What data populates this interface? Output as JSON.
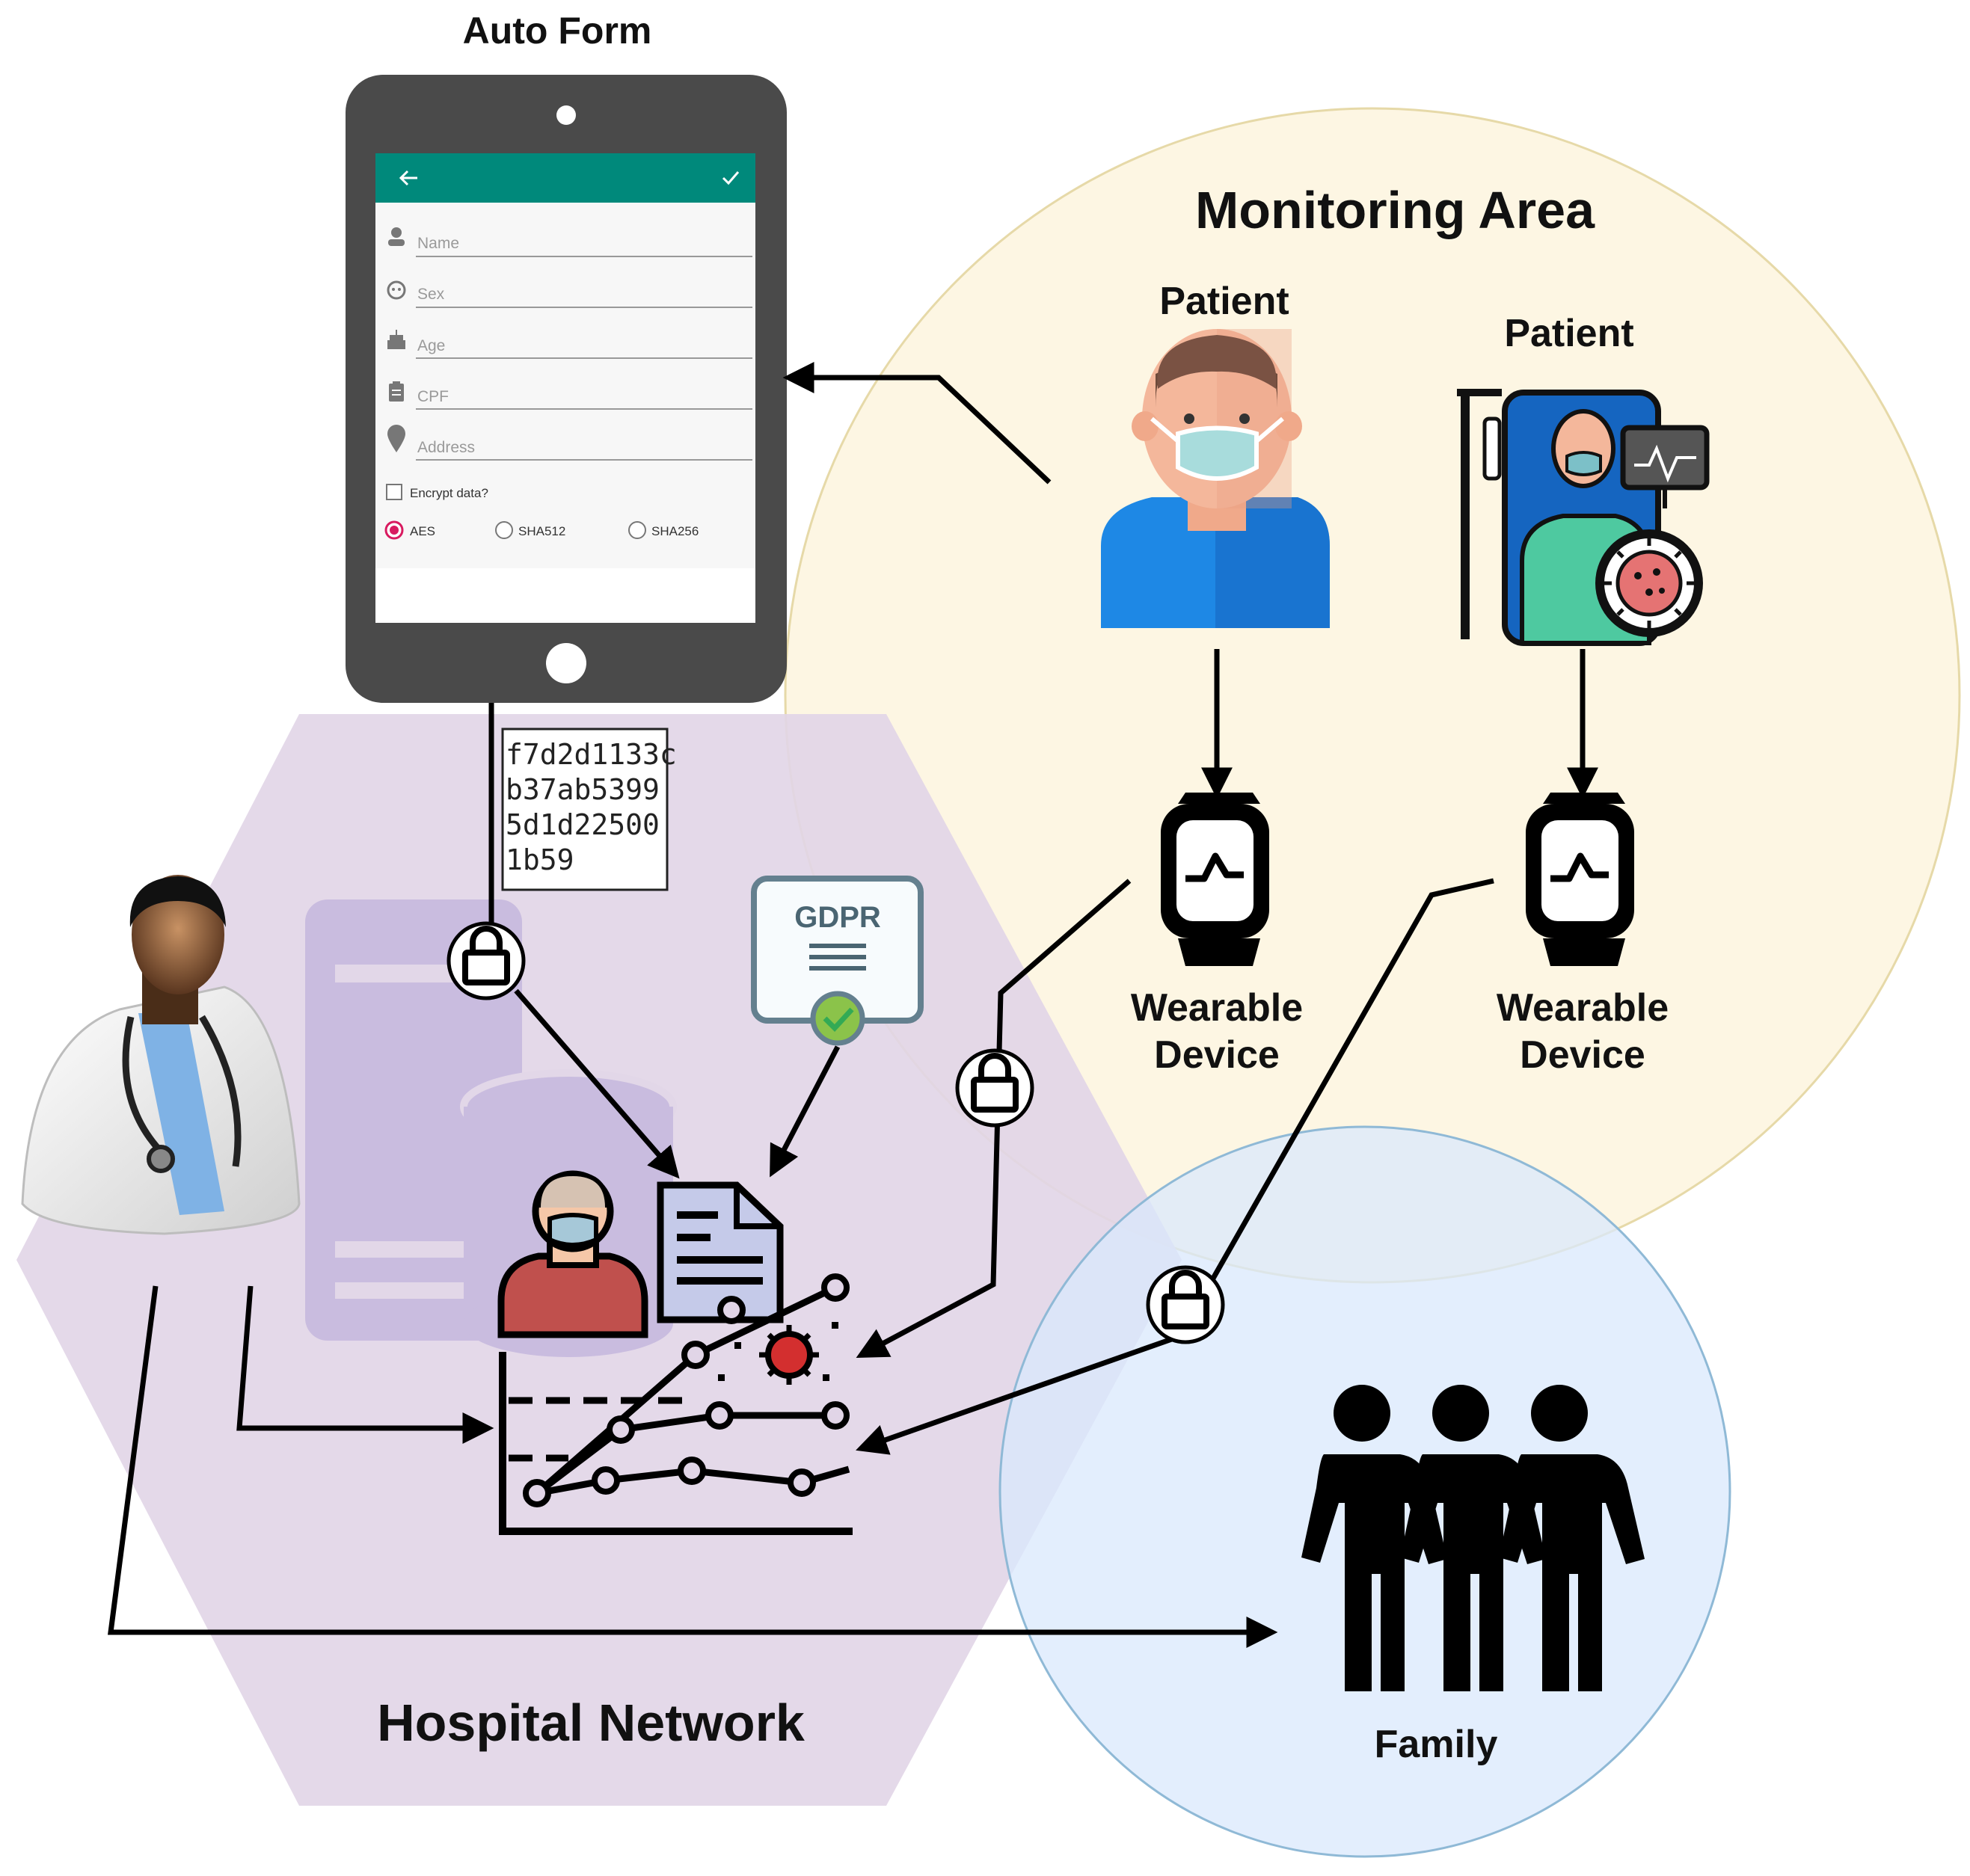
{
  "labels": {
    "auto_form": "Auto Form",
    "monitoring_area": "Monitoring Area",
    "patient_1": "Patient",
    "patient_2": "Patient",
    "wearable_1_line1": "Wearable",
    "wearable_1_line2": "Device",
    "wearable_2_line1": "Wearable",
    "wearable_2_line2": "Device",
    "hospital_network": "Hospital Network",
    "family": "Family",
    "gdpr": "GDPR"
  },
  "form": {
    "fields": [
      {
        "icon": "person-icon",
        "placeholder": "Name"
      },
      {
        "icon": "face-icon",
        "placeholder": "Sex"
      },
      {
        "icon": "cake-icon",
        "placeholder": "Age"
      },
      {
        "icon": "clipboard-icon",
        "placeholder": "CPF"
      },
      {
        "icon": "location-pin-icon",
        "placeholder": "Address"
      }
    ],
    "encrypt_label": "Encrypt data?",
    "encrypt_checked": false,
    "algorithms": [
      {
        "label": "AES",
        "selected": true
      },
      {
        "label": "SHA512",
        "selected": false
      },
      {
        "label": "SHA256",
        "selected": false
      }
    ]
  },
  "hash_lines": [
    "f7d2d1133c",
    "b37ab5399",
    "5d1d22500",
    "1b59"
  ],
  "colors": {
    "monitoring_area": "#fdf6e3",
    "hospital_network": "#e1d5e7",
    "family_area": "#dae8fc",
    "form_toolbar": "#00897b",
    "tablet_body": "#4a4a4a",
    "radio_accent": "#d81b60"
  }
}
